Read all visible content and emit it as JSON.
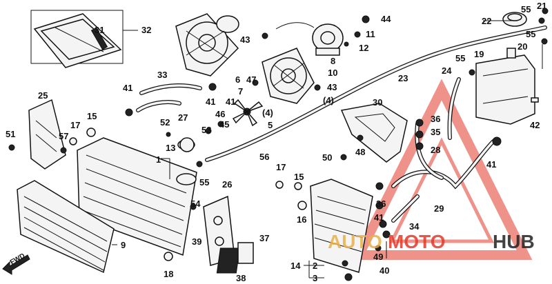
{
  "labels": {
    "l1": "1",
    "l2": "2",
    "l3": "3",
    "l5": "5",
    "l6": "6",
    "l7": "7",
    "l8": "8",
    "l9": "9",
    "l10": "10",
    "l11": "11",
    "l12": "12",
    "l13": "13",
    "l14": "14",
    "l15a": "15",
    "l15b": "15",
    "l16": "16",
    "l17a": "17",
    "l17b": "17",
    "l18": "18",
    "l19": "19",
    "l20": "20",
    "l21": "21",
    "l22": "22",
    "l23": "23",
    "l24": "24",
    "l25": "25",
    "l26": "26",
    "l27": "27",
    "l28": "28",
    "l29": "29",
    "l30": "30",
    "l31": "31",
    "l32": "32",
    "l33": "33",
    "l34": "34",
    "l35": "35",
    "l36a": "36",
    "l36b": "36",
    "l37": "37",
    "l38": "38",
    "l39": "39",
    "l40": "40",
    "l41a": "41",
    "l41b": "41",
    "l41c": "41",
    "l41d": "41",
    "l41e": "41",
    "l42": "42",
    "l43a": "43",
    "l43b": "43",
    "l44": "44",
    "l45": "45",
    "l46": "46",
    "l47": "47",
    "l48": "48",
    "l49": "49",
    "l50": "50",
    "l51": "51",
    "l52": "52",
    "l53": "53",
    "l54": "54",
    "l55a": "55",
    "l55b": "55",
    "l55c": "55",
    "l55d": "55",
    "l56": "56",
    "l57": "57",
    "l4a": "(4)",
    "l4b": "(4)"
  },
  "fwd_label": "FWD",
  "watermark": {
    "part1": "AUTO",
    "part2": "MOTO",
    "part3": "HUB",
    "colors": {
      "auto": "#e8b04a",
      "moto": "#e23a2c",
      "hub": "#222222",
      "triangle": "#e23a2c"
    }
  }
}
